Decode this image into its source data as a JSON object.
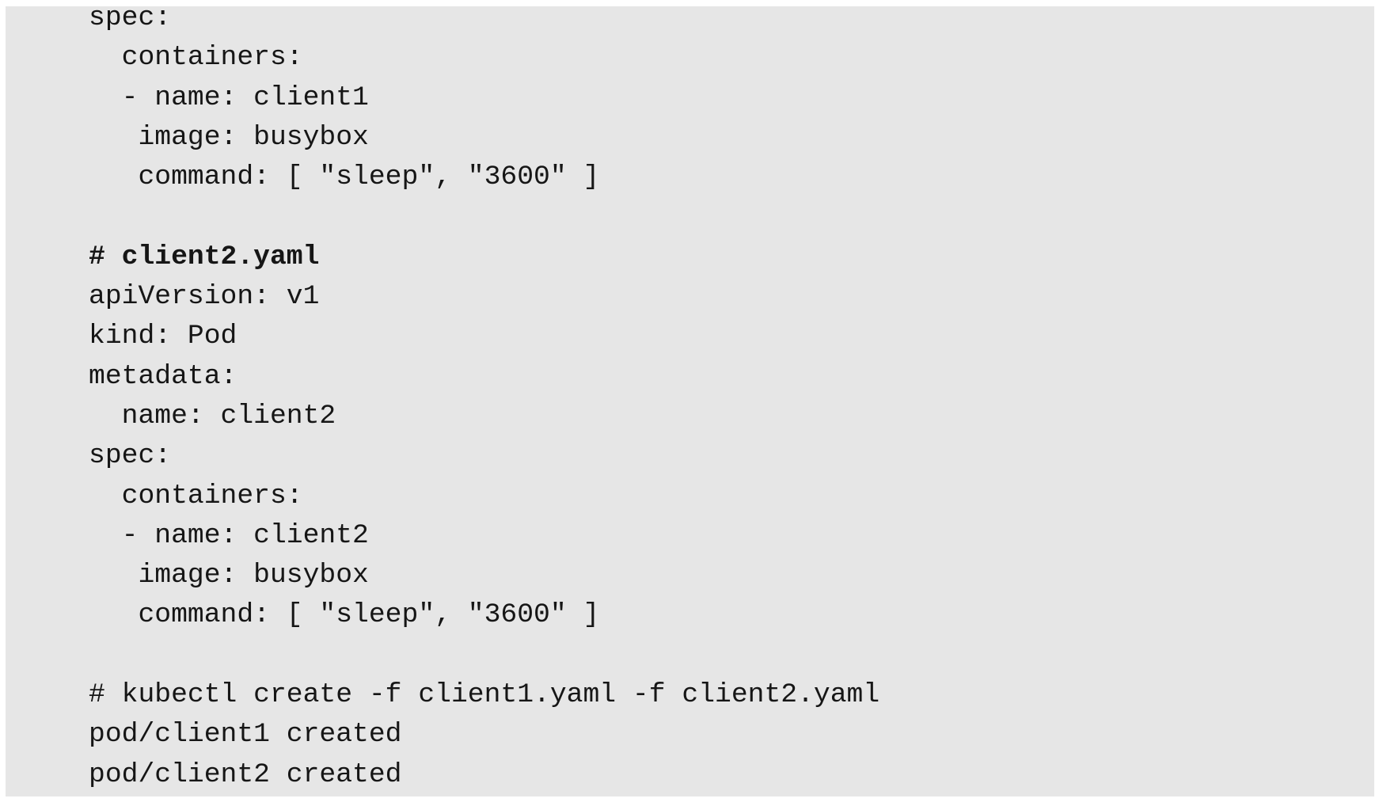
{
  "page": {
    "background_color": "#ffffff"
  },
  "code_block": {
    "background_color": "#e6e6e6",
    "text_color": "#161616",
    "bold_line_label": "# client2.yaml",
    "lines": [
      {
        "text": "spec:",
        "bold": false
      },
      {
        "text": "  containers:",
        "bold": false
      },
      {
        "text": "  - name: client1",
        "bold": false
      },
      {
        "text": "   image: busybox",
        "bold": false
      },
      {
        "text": "   command: [ \"sleep\", \"3600\" ]",
        "bold": false
      },
      {
        "text": "",
        "bold": false
      },
      {
        "text": "# client2.yaml",
        "bold": true
      },
      {
        "text": "apiVersion: v1",
        "bold": false
      },
      {
        "text": "kind: Pod",
        "bold": false
      },
      {
        "text": "metadata:",
        "bold": false
      },
      {
        "text": "  name: client2",
        "bold": false
      },
      {
        "text": "spec:",
        "bold": false
      },
      {
        "text": "  containers:",
        "bold": false
      },
      {
        "text": "  - name: client2",
        "bold": false
      },
      {
        "text": "   image: busybox",
        "bold": false
      },
      {
        "text": "   command: [ \"sleep\", \"3600\" ]",
        "bold": false
      },
      {
        "text": "",
        "bold": false
      },
      {
        "text": "# kubectl create -f client1.yaml -f client2.yaml",
        "bold": false
      },
      {
        "text": "pod/client1 created",
        "bold": false
      },
      {
        "text": "pod/client2 created",
        "bold": false
      }
    ]
  }
}
